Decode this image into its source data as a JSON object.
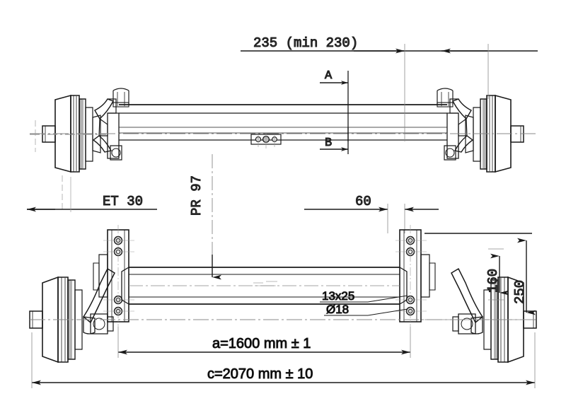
{
  "drawing": {
    "title": "Trailer Torsion Axle Assembly Drawing",
    "background_color": "#ffffff",
    "line_color": "#1a1a1a",
    "thin_line_color": "#555555",
    "center_line_color": "#777777",
    "dim_text_color": "#3a3a3a",
    "bold_text_color": "#000000"
  },
  "dimensions": {
    "top_width": "235  (min 230)",
    "offset_et": "ET 30",
    "pcd": "PR 97",
    "flange_offset": "60",
    "height_inner": "160",
    "height_outer": "250",
    "hole_slot": "13x25",
    "hole_dia": "Ø18",
    "track_a": "a=1600 mm ± 1",
    "overall_c": "c=2070 mm ± 10"
  },
  "section_marks": {
    "a": "A",
    "b": "B"
  },
  "views": {
    "top_view_name": "plan-view-axle",
    "bottom_view_name": "elevation-view-axle"
  }
}
